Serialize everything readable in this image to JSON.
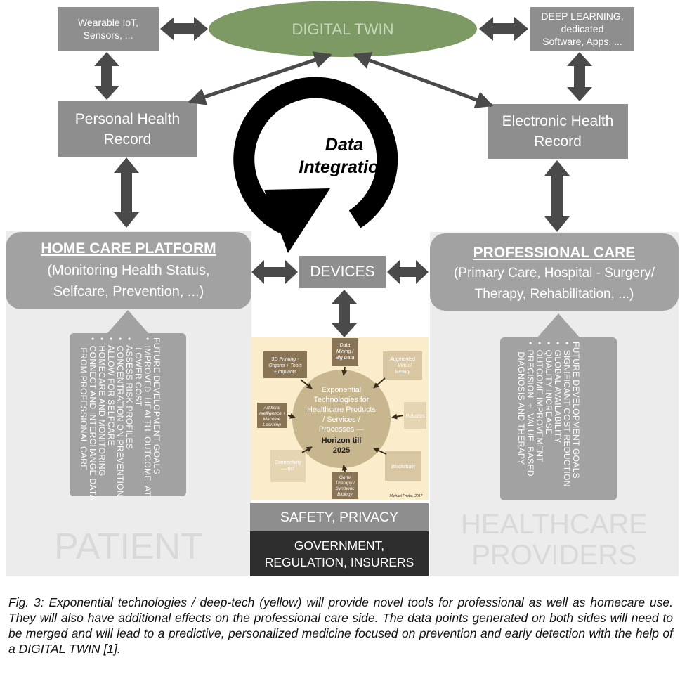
{
  "digital_twin": "DIGITAL TWIN",
  "wearable": [
    "Wearable IoT,",
    "Sensors, ..."
  ],
  "deep_learning": [
    "DEEP LEARNING,",
    "dedicated",
    "Software, Apps, ..."
  ],
  "personal_record": [
    "Personal Health",
    "Record"
  ],
  "electronic_record": [
    "Electronic Health",
    "Record"
  ],
  "data_integration": [
    "Data",
    "Integration"
  ],
  "home_care": {
    "title": "HOME CARE PLATFORM",
    "subtitle": [
      "(Monitoring Health Status,",
      "Selfcare, Prevention, ...)"
    ],
    "goals": "FUTURE DEVELOPMENT GOALS\n•  IMPROVED  HEALTH  OUTCOME  AT\n    LOWER COST\n•  ASSESS RISK PROFILES\n•  CONCENTRATION ON PREVENTION\n•  ALLOW FOR SELFCARE\n•  HOMECARE AND MONITORING\n•  CONNECT AND INTERCHANGE DATA\n    FROM PROFESSIONAL CARE"
  },
  "professional_care": {
    "title": "PROFESSIONAL CARE",
    "subtitle": [
      "(Primary Care, Hospital - Surgery/",
      "Therapy, Rehabilitation, ...)"
    ],
    "goals": "FUTURE DEVELOPMENT GOALS\n•  SIGNIFICANT COST REDUCTION\n•  GLOBAL AVAILABILITY\n•  QUALITY INCREASE\n•  OUTCOME IMPROVEMENT\n•  PRECISION  +  VALUE  BASED\n    DIAGNOSIS AND THERAPY"
  },
  "devices": "DEVICES",
  "patient": "PATIENT",
  "healthcare_providers": [
    "HEALTHCARE",
    "PROVIDERS"
  ],
  "safety": "SAFETY, PRIVACY",
  "government": [
    "GOVERNMENT,",
    "REGULATION, INSURERS"
  ],
  "exp_tech": {
    "center": [
      "Exponential",
      "Technologies for",
      "Healthcare Products",
      "/ Services /",
      "Processes —"
    ],
    "horizon": [
      "Horizon till",
      "2025"
    ],
    "data_mining": [
      "Data",
      "Mining /",
      "Big Data"
    ],
    "printing": [
      "3D Printing -",
      "Organs + Tools",
      "+ Implants"
    ],
    "augmented": [
      "Augmented",
      "+ Virtual",
      "Reality"
    ],
    "ai": [
      "Artificial",
      "Intelligence +",
      "Machine",
      "Learning"
    ],
    "robotics": "Robotics",
    "connectivity": [
      "Connectivity",
      "— IoT"
    ],
    "blockchain": "Blockchain",
    "gene": [
      "Gene",
      "Therapy /",
      "Synthetic",
      "Biology"
    ],
    "credit": "Michael Friebe, 2017"
  },
  "caption": "Fig. 3: Exponential technologies / deep-tech (yellow) will provide novel tools for professional as well as homecare use. They will also have additional effects on the professional care side. The data points generated on both sides will need to be merged and will lead to a predictive, personalized medicine focused on prevention and early detection with the help of a DIGITAL TWIN [1].",
  "colors": {
    "box_gray": "#8e8e8e",
    "platform_gray": "#a2a2a2",
    "panel_bg": "#ececec",
    "arrow_dark": "#4a4a4a",
    "twin_green": "#7e9a64",
    "twin_text": "#c8d6bb",
    "yellow_bg": "#fbeccb",
    "tech_box": "#8a7456",
    "safety_gray": "#8e8e8e",
    "government_black": "#2e2e2e"
  }
}
